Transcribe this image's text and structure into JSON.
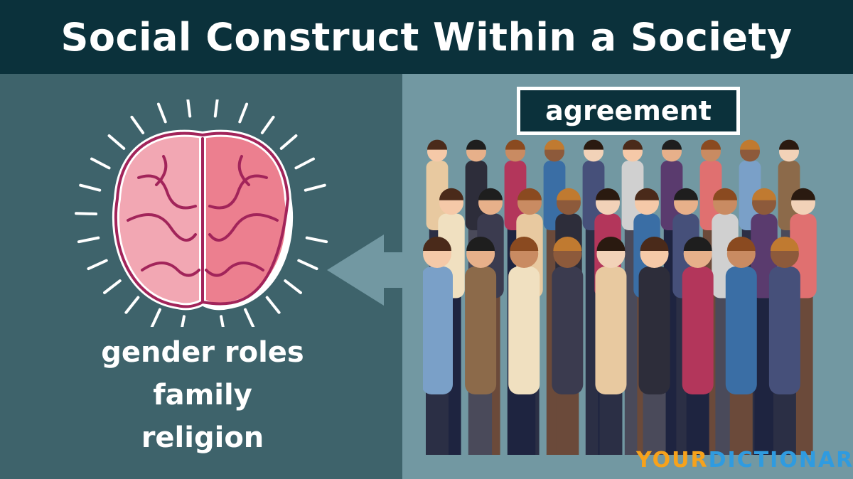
{
  "title": "Social Construct Within a Society",
  "agreement_label": "agreement",
  "constructs": [
    "gender roles",
    "family",
    "religion"
  ],
  "logo": {
    "part1": "YOUR",
    "part2": "DICTIONARY"
  },
  "colors": {
    "header": "#0b313b",
    "left_panel": "#3e636b",
    "right_panel": "#7298a2",
    "brain_left": "#f2a7b3",
    "brain_right": "#ec7f8f",
    "logo_orange": "#f7a21b",
    "logo_blue": "#2f9be0"
  },
  "icons": [
    "brain-icon",
    "arrow-left-icon",
    "crowd-illustration"
  ]
}
